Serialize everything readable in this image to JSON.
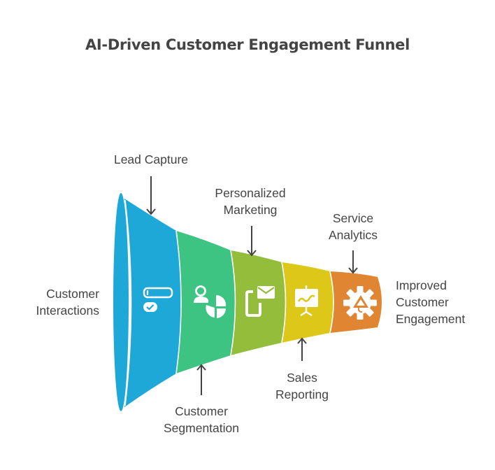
{
  "title": "AI-Driven Customer Engagement Funnel",
  "start_label": [
    "Customer",
    "Interactions"
  ],
  "end_label": [
    "Improved",
    "Customer",
    "Engagement"
  ],
  "stages": [
    {
      "name": "Lead Capture",
      "lines": [
        "Lead Capture"
      ],
      "color": "#1EA8D8",
      "icon": "form-check-icon",
      "label_side": "top"
    },
    {
      "name": "Customer Segmentation",
      "lines": [
        "Customer",
        "Segmentation"
      ],
      "color": "#3EC482",
      "icon": "user-pie-chart-icon",
      "label_side": "bottom"
    },
    {
      "name": "Personalized Marketing",
      "lines": [
        "Personalized",
        "Marketing"
      ],
      "color": "#93BD3A",
      "icon": "mobile-mail-icon",
      "label_side": "top"
    },
    {
      "name": "Sales Reporting",
      "lines": [
        "Sales",
        "Reporting"
      ],
      "color": "#DDC81A",
      "icon": "presentation-chart-icon",
      "label_side": "bottom"
    },
    {
      "name": "Service Analytics",
      "lines": [
        "Service",
        "Analytics"
      ],
      "color": "#E08532",
      "icon": "gear-alert-icon",
      "label_side": "top"
    }
  ],
  "colors": {
    "text": "#444444",
    "arrow": "#444444",
    "divider": "#ffffff"
  }
}
